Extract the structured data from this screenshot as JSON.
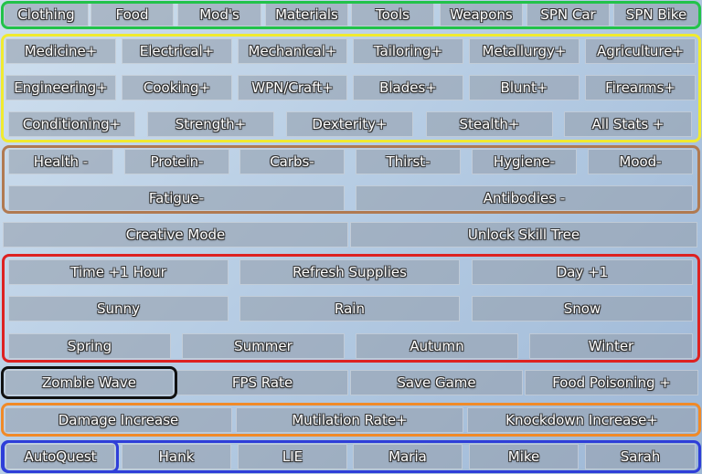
{
  "tabs": [
    "Clothing",
    "Food",
    "Mod's",
    "Materials",
    "Tools",
    "Weapons",
    "SPN Car",
    "SPN Bike"
  ],
  "skills_row1": [
    "Medicine+",
    "Electrical+",
    "Mechanical+",
    "Tailoring+",
    "Metallurgy+",
    "Agriculture+"
  ],
  "skills_row2": [
    "Engineering+",
    "Cooking+",
    "WPN/Craft+",
    "Blades+",
    "Blunt+",
    "Firearms+"
  ],
  "skills_row3": [
    "Conditioning+",
    "Strength+",
    "Dexterity+",
    "Stealth+",
    "All Stats +"
  ],
  "needs_row1": [
    "Health -",
    "Protein-",
    "Carbs-",
    "Thirst-",
    "Hygiene-",
    "Mood-"
  ],
  "needs_row2": [
    "Fatigue-",
    "Antibodies -"
  ],
  "mode_row": [
    "Creative Mode",
    "Unlock Skill Tree"
  ],
  "time_row": [
    "Time +1 Hour",
    "Refresh Supplies",
    "Day +1"
  ],
  "weather_row": [
    "Sunny",
    "Rain",
    "Snow"
  ],
  "season_row": [
    "Spring",
    "Summer",
    "Autumn",
    "Winter"
  ],
  "misc_row": [
    "Zombie Wave",
    "FPS Rate",
    "Save Game",
    "Food Poisoning +"
  ],
  "combat_row": [
    "Damage Increase",
    "Mutilation Rate+",
    "Knockdown Increase+"
  ],
  "npc_row": [
    "AutoQuest",
    "Hank",
    "LIE",
    "Maria",
    "Mike",
    "Sarah"
  ],
  "colors": {
    "tabs_frame": "#22c24a",
    "skills_frame": "#f0ea30",
    "needs_frame": "#b07a52",
    "time_frame": "#dd2222",
    "zombie_frame": "#111111",
    "combat_frame": "#f08a28",
    "npc_frame": "#2e3ed8"
  }
}
